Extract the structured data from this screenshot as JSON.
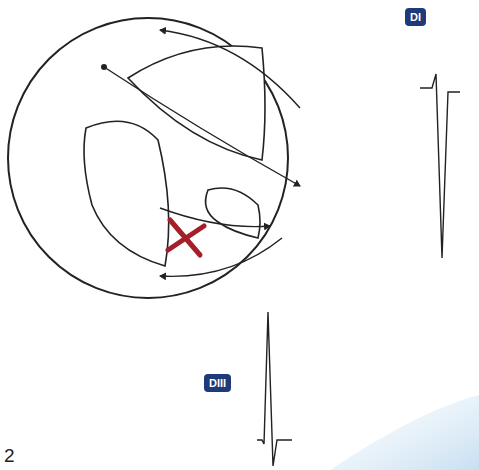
{
  "diagram": {
    "nodes": [
      {
        "text": [
          "DI"
        ]
      },
      {
        "text": [
          "DIII"
        ]
      }
    ],
    "labels": [
      "2"
    ]
  }
}
